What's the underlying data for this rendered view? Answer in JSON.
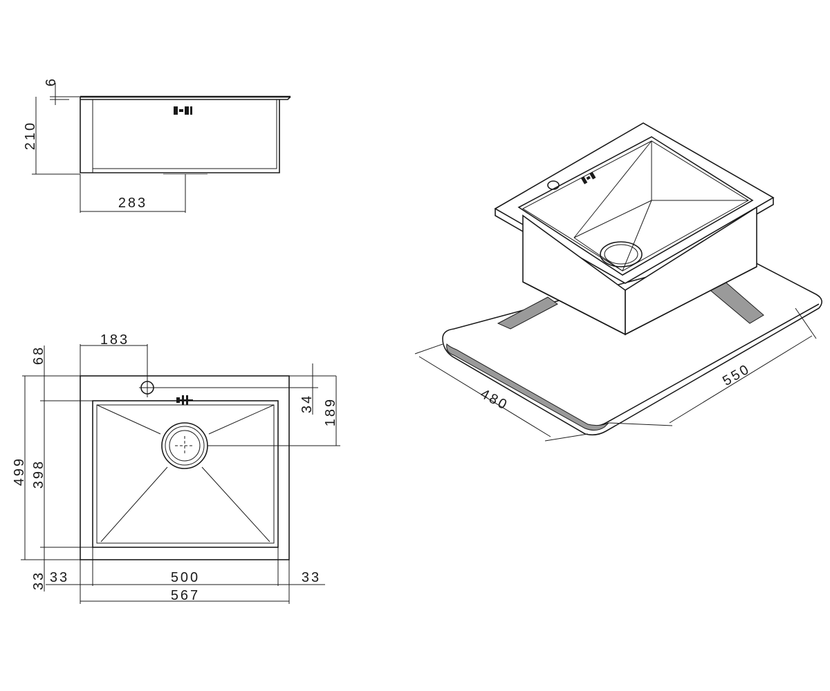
{
  "side_view": {
    "dims": {
      "top_thickness": "6",
      "depth": "210",
      "drain_offset": "283"
    }
  },
  "top_view": {
    "dims": {
      "tap_offset": "183",
      "rear_margin": "68",
      "tap_to_edge": "34",
      "drain_to_edge": "189",
      "overall_depth": "499",
      "bowl_depth": "398",
      "front_margin": "33",
      "left_margin": "33",
      "bowl_width": "500",
      "right_margin": "33",
      "overall_width": "567"
    }
  },
  "iso_view": {
    "dims": {
      "depth": "480",
      "width": "550"
    }
  },
  "icons": [
    "overflow-icon",
    "drain-icon",
    "tap-hole-icon"
  ]
}
